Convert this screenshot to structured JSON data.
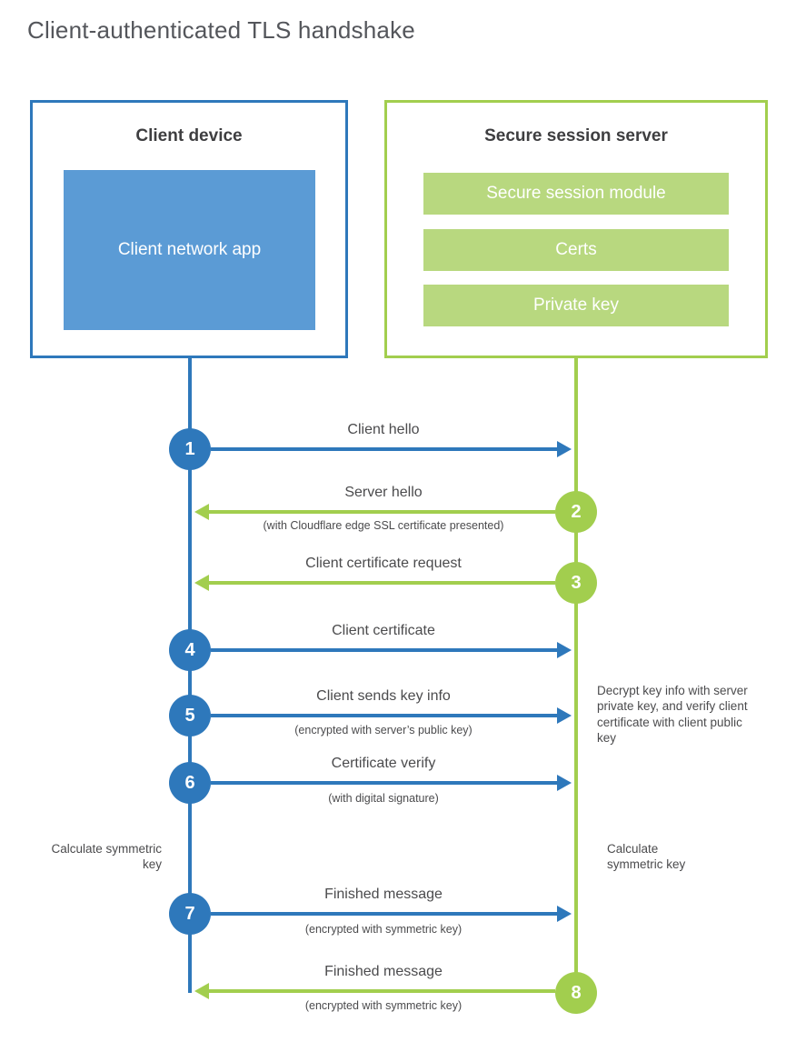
{
  "title": "Client-authenticated TLS handshake",
  "colors": {
    "client_accent": "#2e78bb",
    "client_fill": "#5b9bd5",
    "server_accent": "#a2ce4e",
    "server_fill": "#b8d87f",
    "text_dark": "#3e3e40",
    "text_label": "#4b4b4d"
  },
  "client": {
    "title": "Client device",
    "app_label": "Client network app"
  },
  "server": {
    "title": "Secure session server",
    "modules": [
      "Secure session module",
      "Certs",
      "Private key"
    ]
  },
  "steps": [
    {
      "number": "1",
      "direction": "client-to-server",
      "label": "Client hello",
      "sublabel": ""
    },
    {
      "number": "2",
      "direction": "server-to-client",
      "label": "Server hello",
      "sublabel": "(with Cloudflare edge SSL certificate presented)"
    },
    {
      "number": "3",
      "direction": "server-to-client",
      "label": "Client certificate request",
      "sublabel": ""
    },
    {
      "number": "4",
      "direction": "client-to-server",
      "label": "Client certificate",
      "sublabel": ""
    },
    {
      "number": "5",
      "direction": "client-to-server",
      "label": "Client sends key info",
      "sublabel": "(encrypted with server’s public key)"
    },
    {
      "number": "6",
      "direction": "client-to-server",
      "label": "Certificate verify",
      "sublabel": "(with digital signature)"
    },
    {
      "number": "7",
      "direction": "client-to-server",
      "label": "Finished message",
      "sublabel": "(encrypted with symmetric key)"
    },
    {
      "number": "8",
      "direction": "server-to-client",
      "label": "Finished message",
      "sublabel": "(encrypted with symmetric key)"
    }
  ],
  "annotations": {
    "decrypt_note": "Decrypt key info with server private key, and verify client certificate with client public key",
    "calc_left": "Calculate symmetric key",
    "calc_right": "Calculate symmetric key"
  }
}
